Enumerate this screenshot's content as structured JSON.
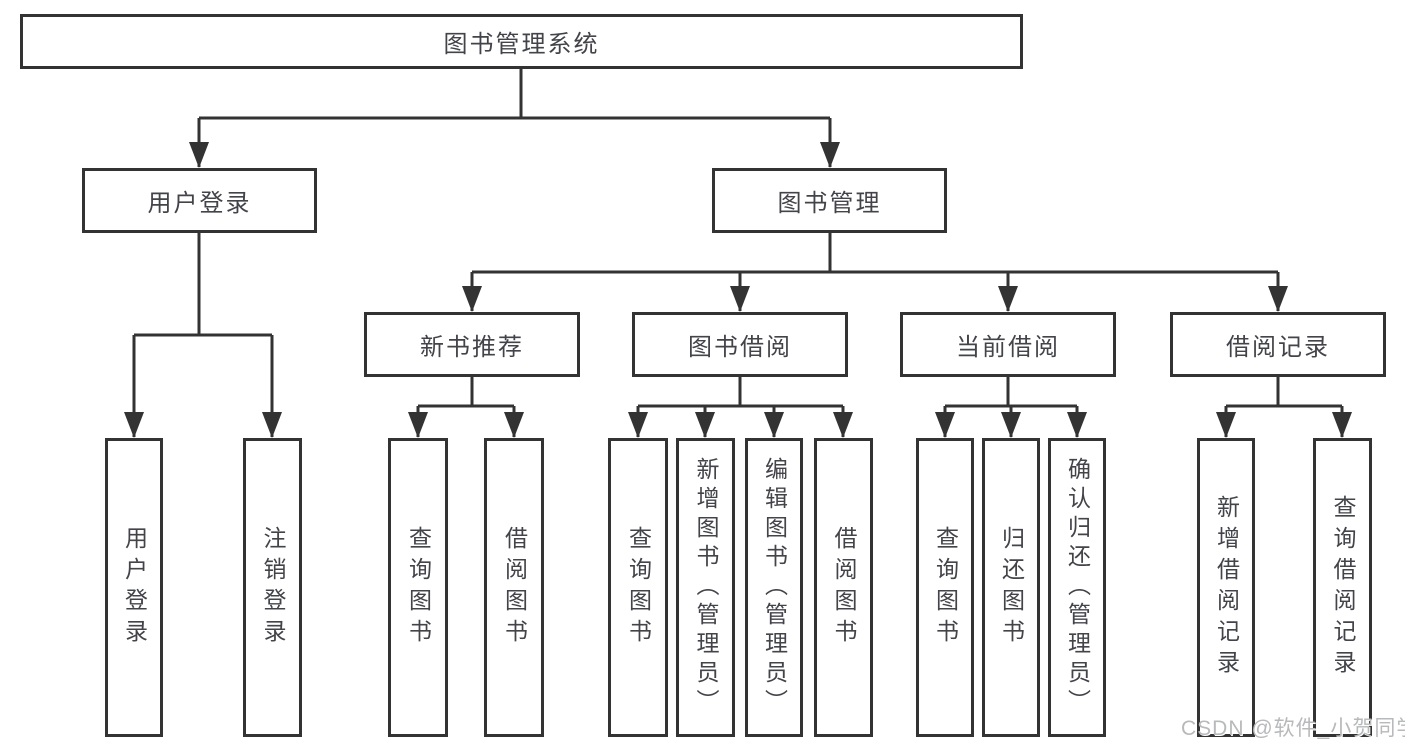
{
  "diagram": {
    "colors": {
      "background": "#ffffff",
      "line": "#333333",
      "box_border": "#333333",
      "box_fill": "#ffffff",
      "text": "#43444a",
      "watermark": "#b7b9bb"
    },
    "watermark": {
      "text": "CSDN @软件_小贺同学"
    },
    "tree": {
      "label": "图书管理系统",
      "children": [
        {
          "label": "用户登录",
          "children": [
            {
              "label": "用户登录"
            },
            {
              "label": "注销登录"
            }
          ]
        },
        {
          "label": "图书管理",
          "children": [
            {
              "label": "新书推荐",
              "children": [
                {
                  "label": "查询图书"
                },
                {
                  "label": "借阅图书"
                }
              ]
            },
            {
              "label": "图书借阅",
              "children": [
                {
                  "label": "查询图书"
                },
                {
                  "label": "新增图书（管理员）"
                },
                {
                  "label": "编辑图书（管理员）"
                },
                {
                  "label": "借阅图书"
                }
              ]
            },
            {
              "label": "当前借阅",
              "children": [
                {
                  "label": "查询图书"
                },
                {
                  "label": "归还图书"
                },
                {
                  "label": "确认归还（管理员）"
                }
              ]
            },
            {
              "label": "借阅记录",
              "children": [
                {
                  "label": "新增借阅记录"
                },
                {
                  "label": "查询借阅记录"
                }
              ]
            }
          ]
        }
      ]
    }
  }
}
